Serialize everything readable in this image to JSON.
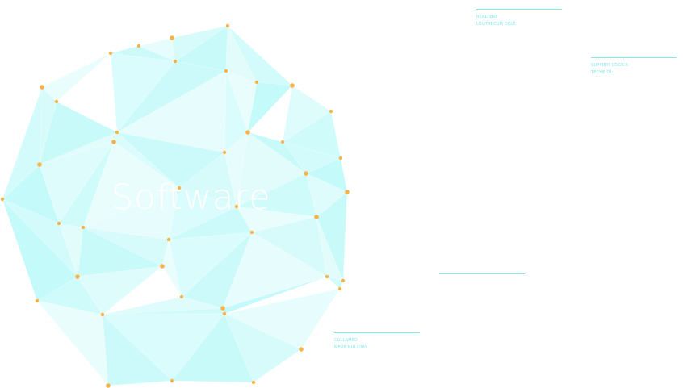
{
  "hero": {
    "title": "Software"
  },
  "colors": {
    "polygon_fill": "#7df3f3",
    "dot": "#f7b34a",
    "callout_text": "#7fe9ec",
    "title_text": "#ffffff"
  },
  "callouts": [
    {
      "line1": "REALTERE",
      "line2": "LOGTRECUM DELE"
    },
    {
      "line1": "SUPPORT LOGICE",
      "line2": "TECHE DL"
    },
    {
      "line1": "",
      "line2": ""
    },
    {
      "line1": "CULLAMED",
      "line2": "MERE NULLORY"
    }
  ]
}
